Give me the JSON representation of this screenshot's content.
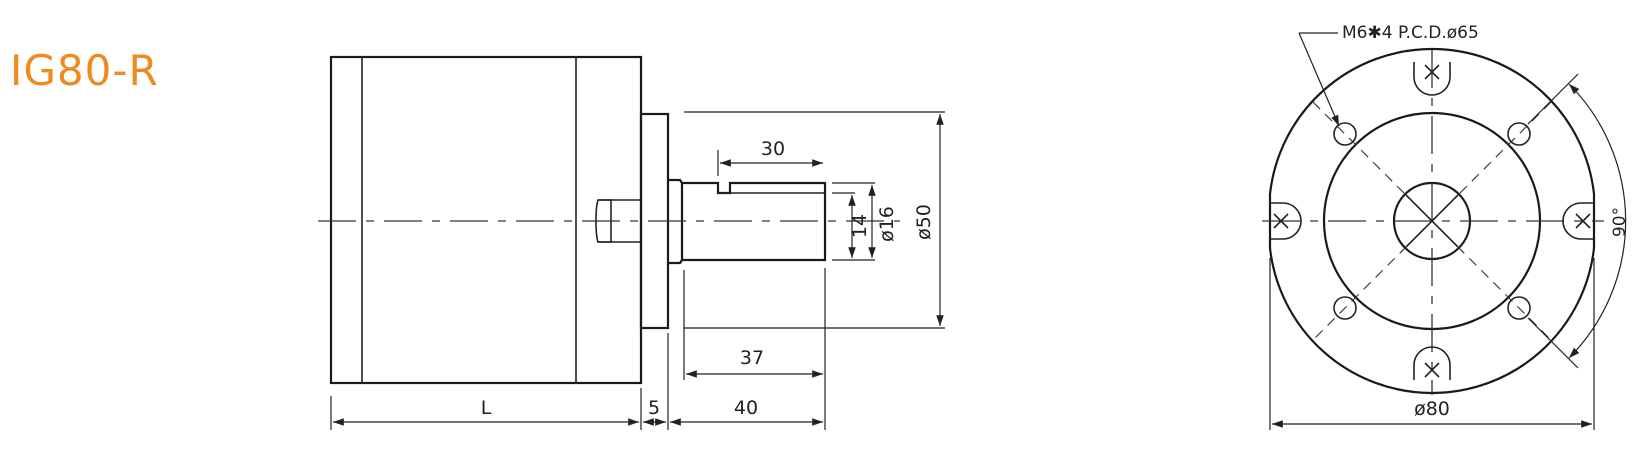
{
  "title": "IG80-R",
  "dimensions": {
    "length": "L",
    "flange_thickness": "5",
    "shaft_length": "40",
    "shaft_usable": "37",
    "key_length": "30",
    "key_height": "14",
    "shaft_diameter": "ø16",
    "pilot_diameter": "ø50",
    "housing_diameter": "ø80",
    "angle": "90°"
  },
  "callout": "M6✱4 P.C.D.ø65",
  "colors": {
    "title": "#ee8a1f",
    "line": "#222222"
  }
}
